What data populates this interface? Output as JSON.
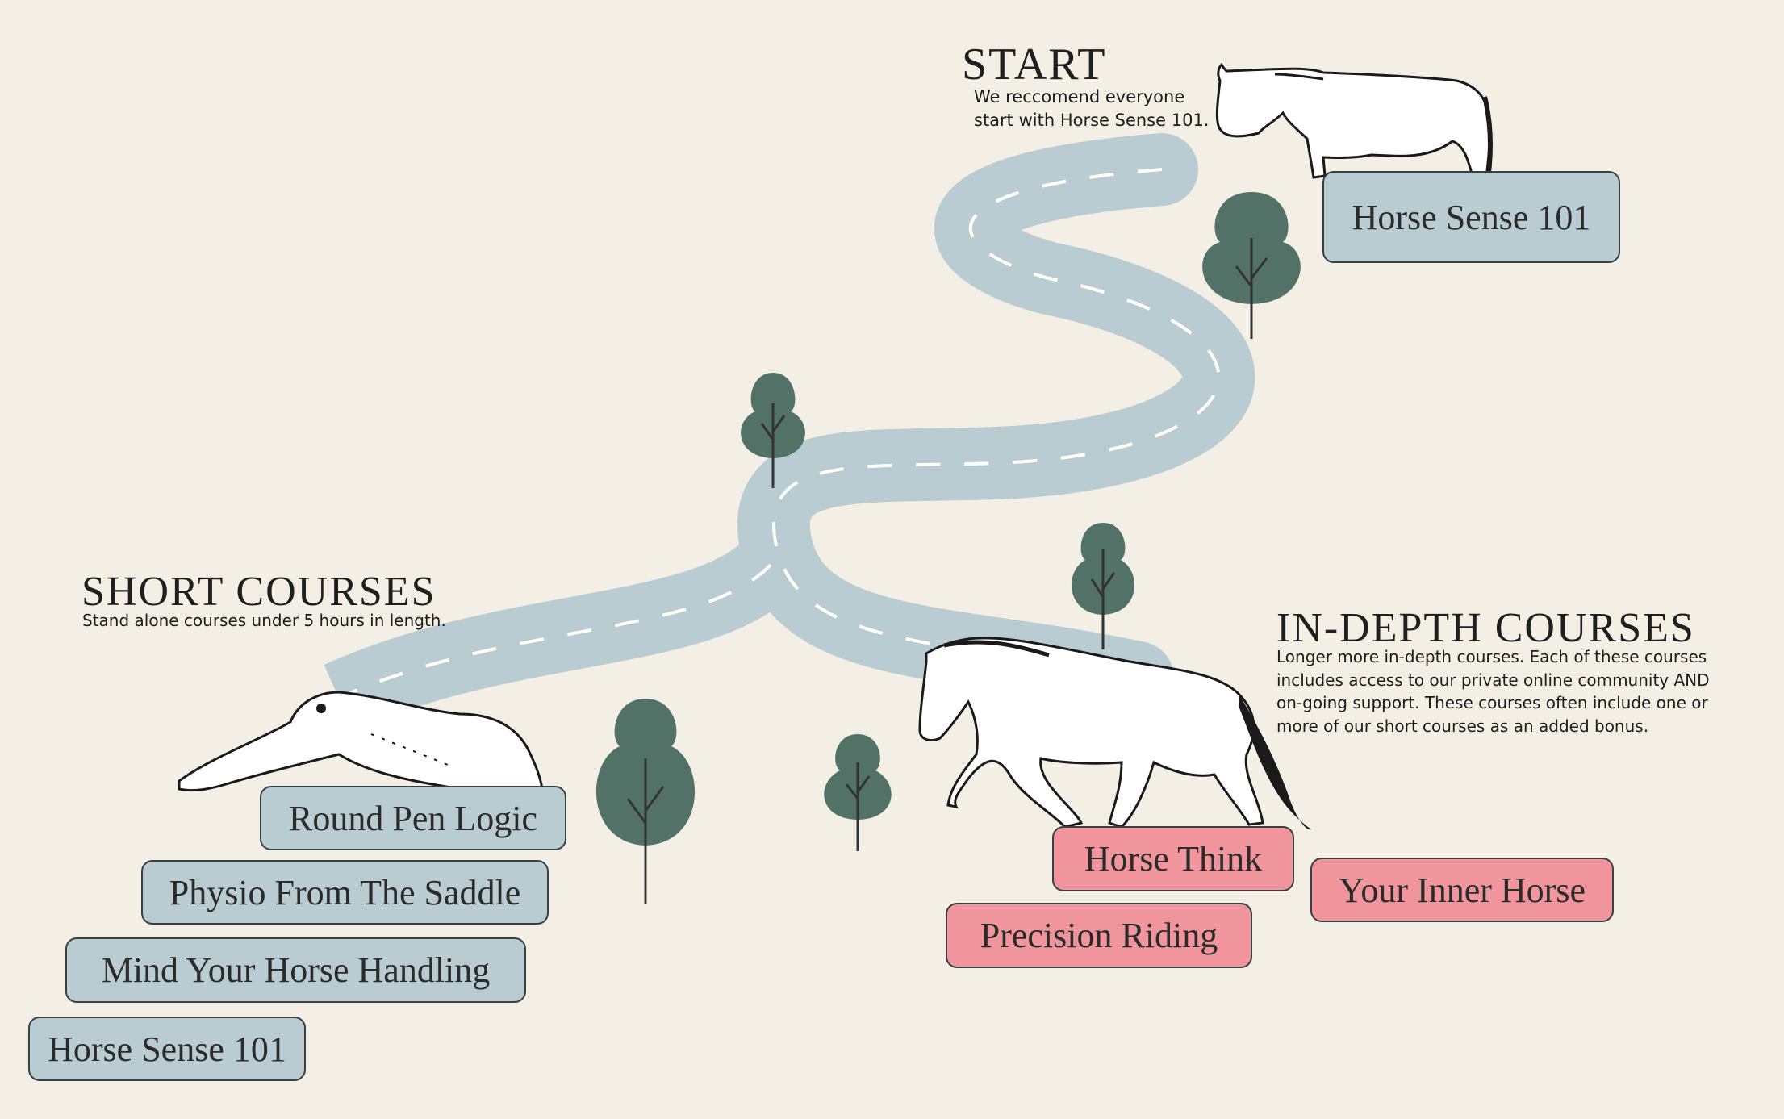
{
  "start": {
    "heading": "START",
    "description": "We reccomend everyone start with Horse Sense 101.",
    "course": "Horse Sense 101"
  },
  "short_courses": {
    "heading": "SHORT COURSES",
    "description": "Stand alone courses under 5 hours in length.",
    "items": [
      "Round Pen Logic",
      "Physio From The Saddle",
      "Mind Your Horse Handling",
      "Horse Sense 101"
    ]
  },
  "in_depth_courses": {
    "heading": "IN-DEPTH COURSES",
    "description": "Longer more in-depth courses. Each of these courses includes access to our private online community AND on-going support. These courses often include one or more of our short courses as an added bonus.",
    "items": [
      "Horse Think",
      "Precision Riding",
      "Your Inner Horse"
    ]
  },
  "colors": {
    "background": "#f4efe5",
    "road": "#b9ccd2",
    "tree": "#527267",
    "short_course": "#b9ccd1",
    "in_depth_course": "#f0959c"
  }
}
